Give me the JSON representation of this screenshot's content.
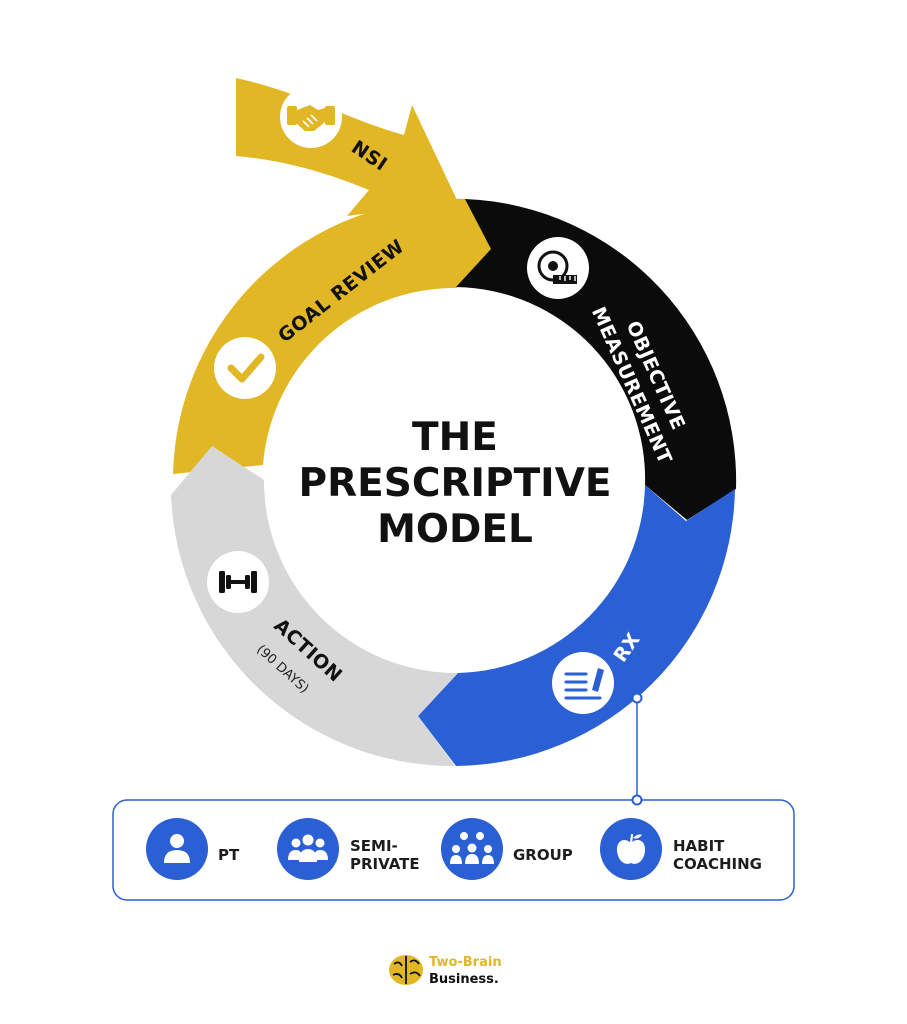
{
  "title": {
    "line1": "THE",
    "line2": "PRESCRIPTIVE",
    "line3": "MODEL"
  },
  "colors": {
    "gold": "#e2b725",
    "black": "#0b0b0b",
    "blue": "#2b5fd4",
    "gray": "#d7d7d7",
    "outline": "#2b5fd4"
  },
  "segments": {
    "nsi": {
      "label": "NSI",
      "icon": "handshake-icon"
    },
    "goal_review": {
      "label": "GOAL REVIEW",
      "icon": "checkmark-icon"
    },
    "objective_measurement": {
      "line1": "OBJECTIVE",
      "line2": "MEASUREMENT",
      "icon": "measuring-tape-icon"
    },
    "rx": {
      "label": "RX",
      "icon": "prescription-pad-icon"
    },
    "action": {
      "label": "ACTION",
      "sublabel": "(90 DAYS)",
      "icon": "dumbbell-icon"
    }
  },
  "services": [
    {
      "line1": "PT",
      "line2": "",
      "icon": "person-icon"
    },
    {
      "line1": "SEMI-",
      "line2": "PRIVATE",
      "icon": "small-group-icon"
    },
    {
      "line1": "GROUP",
      "line2": "",
      "icon": "large-group-icon"
    },
    {
      "line1": "HABIT",
      "line2": "COACHING",
      "icon": "apple-icon"
    }
  ],
  "logo": {
    "line1": "Two-Brain",
    "line2": "Business.",
    "icon": "brain-icon"
  }
}
